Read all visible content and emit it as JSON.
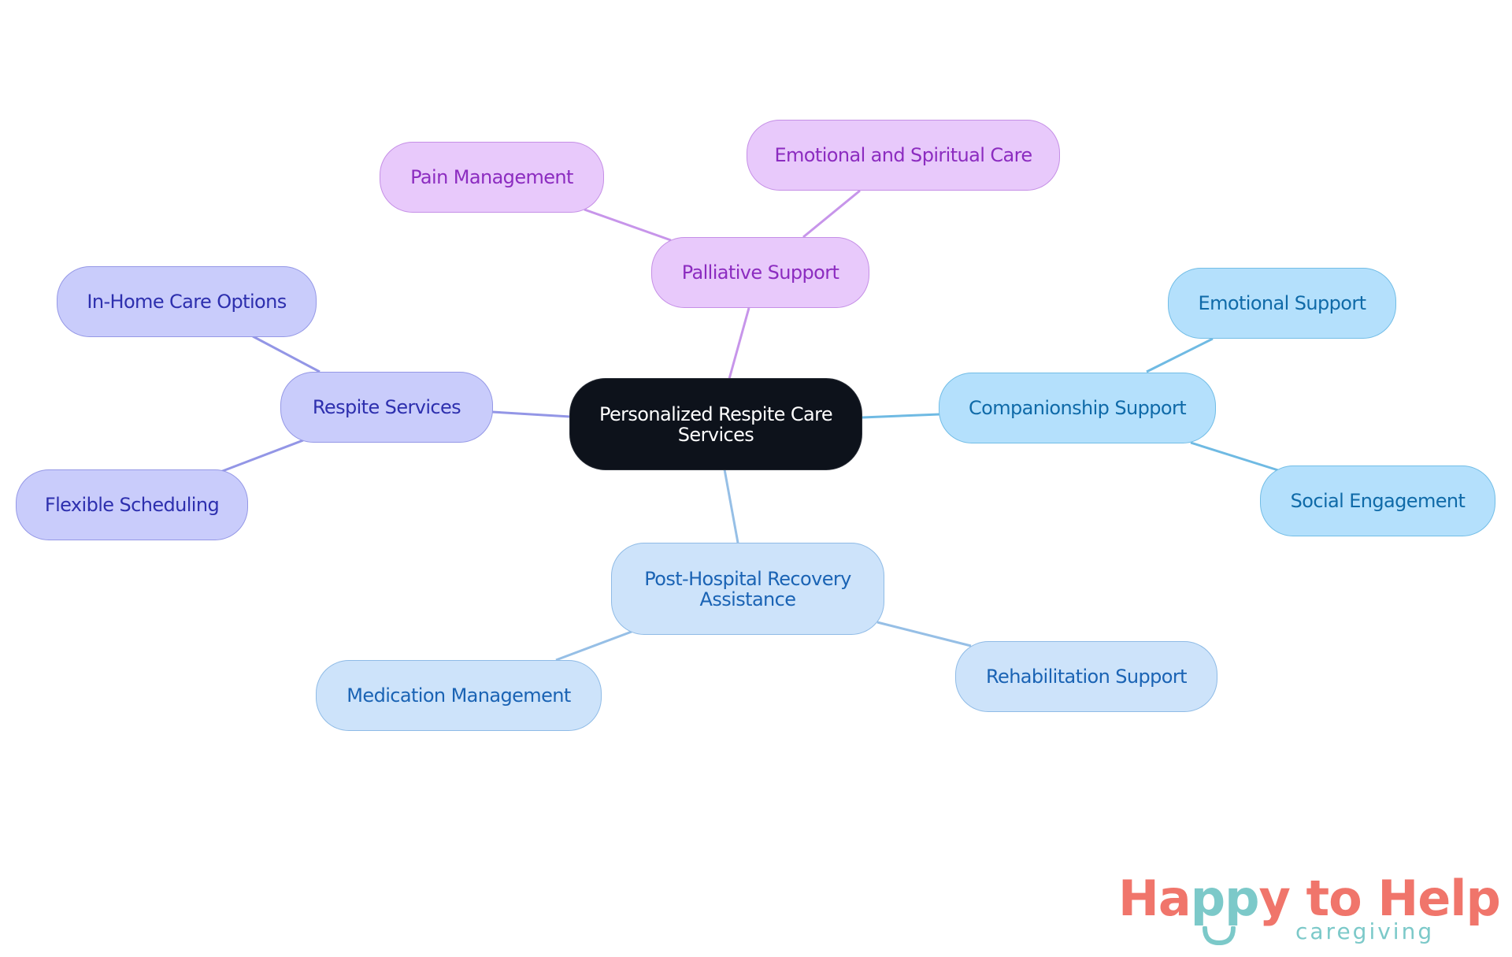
{
  "diagram": {
    "type": "mindmap",
    "root": {
      "label": "Personalized Respite Care Services"
    },
    "branches": [
      {
        "label": "Palliative Support",
        "color": "purple",
        "children": [
          "Pain Management",
          "Emotional and Spiritual Care"
        ]
      },
      {
        "label": "Respite Services",
        "color": "indigo",
        "children": [
          "In-Home Care Options",
          "Flexible Scheduling"
        ]
      },
      {
        "label": "Companionship Support",
        "color": "sky",
        "children": [
          "Emotional Support",
          "Social Engagement"
        ]
      },
      {
        "label": "Post-Hospital Recovery Assistance",
        "color": "pale",
        "children": [
          "Medication Management",
          "Rehabilitation Support"
        ]
      }
    ]
  },
  "nodes": {
    "root": "Personalized Respite Care Services",
    "palliative": "Palliative Support",
    "pain": "Pain Management",
    "spiritual": "Emotional and Spiritual Care",
    "respite": "Respite Services",
    "inhome": "In-Home Care Options",
    "flexible": "Flexible Scheduling",
    "companionship": "Companionship Support",
    "emotional": "Emotional Support",
    "social": "Social Engagement",
    "posthospital": "Post-Hospital Recovery Assistance",
    "medication": "Medication Management",
    "rehab": "Rehabilitation Support"
  },
  "colors": {
    "root_bg": "#0d121b",
    "purple_fill": "#e8c9fb",
    "purple_text": "#8c2cc0",
    "purple_edge": "#c795ea",
    "indigo_fill": "#c9ccfb",
    "indigo_text": "#2d2fae",
    "indigo_edge": "#9396e6",
    "sky_fill": "#b4e0fc",
    "sky_text": "#0f6aa8",
    "sky_edge": "#6fbae3",
    "pale_fill": "#cde3fa",
    "pale_text": "#1a63b4",
    "pale_edge": "#96bfe6",
    "logo_coral": "#f0756b",
    "logo_teal": "#7cc9c9"
  },
  "logo": {
    "part1": "Ha",
    "part2": "pp",
    "part3": "y to Help",
    "tagline": "caregiving"
  }
}
